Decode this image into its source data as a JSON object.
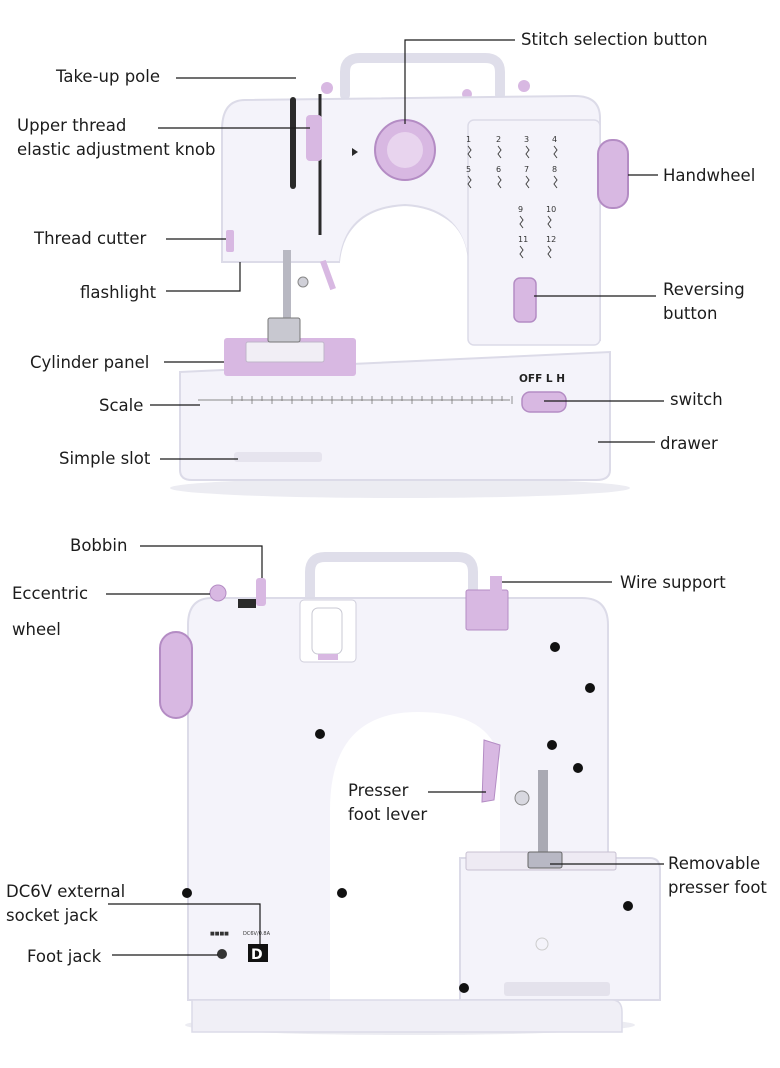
{
  "front_labels": {
    "take_up_pole": "Take-up pole",
    "upper_thread_1": "Upper thread",
    "upper_thread_2": "elastic adjustment knob",
    "thread_cutter": "Thread cutter",
    "flashlight": "flashlight",
    "cylinder_panel": "Cylinder panel",
    "scale": "Scale",
    "simple_slot": "Simple slot",
    "stitch_selection": "Stitch selection button",
    "handwheel": "Handwheel",
    "reversing_1": "Reversing",
    "reversing_2": "button",
    "switch": "switch",
    "drawer": "drawer"
  },
  "switch_marking": "OFF  L  H",
  "stitch_numbers": [
    "1",
    "2",
    "3",
    "4",
    "5",
    "6",
    "7",
    "8",
    "9",
    "10",
    "11",
    "12"
  ],
  "back_labels": {
    "bobbin": "Bobbin",
    "eccentric_1": "Eccentric",
    "eccentric_2": "wheel",
    "wire_support": "Wire support",
    "presser_lever_1": "Presser",
    "presser_lever_2": "foot lever",
    "removable_1": "Removable",
    "removable_2": "presser foot",
    "dc_1": "DC6V external",
    "dc_2": "socket jack",
    "foot_jack": "Foot jack"
  },
  "colors": {
    "body": "#f4f3fa",
    "body_shadow": "#dcdbe8",
    "accent": "#d8b8e2",
    "accent_dark": "#b48cc4",
    "line": "#1a1a1a"
  }
}
